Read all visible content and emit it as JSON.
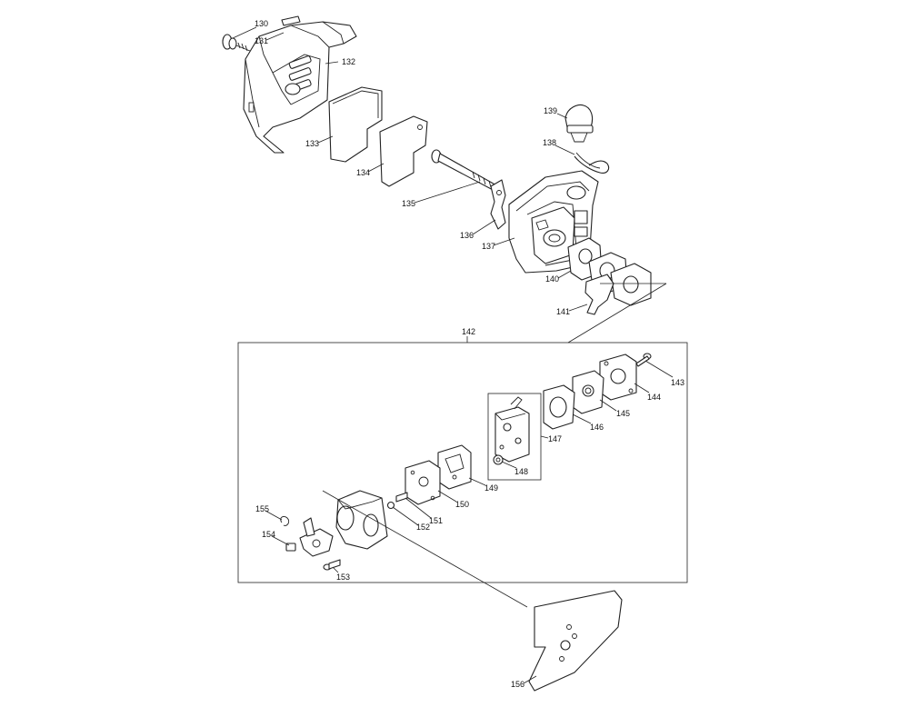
{
  "diagram": {
    "labels": {
      "p130": "130",
      "p131": "131",
      "p132": "132",
      "p133": "133",
      "p134": "134",
      "p135": "135",
      "p136": "136",
      "p137": "137",
      "p138": "138",
      "p139": "139",
      "p140": "140",
      "p141": "141",
      "p142": "142",
      "p143": "143",
      "p144": "144",
      "p145": "145",
      "p146": "146",
      "p147": "147",
      "p148": "148",
      "p149": "149",
      "p150": "150",
      "p151": "151",
      "p152": "152",
      "p153": "153",
      "p154": "154",
      "p155": "155",
      "p156": "156"
    }
  }
}
